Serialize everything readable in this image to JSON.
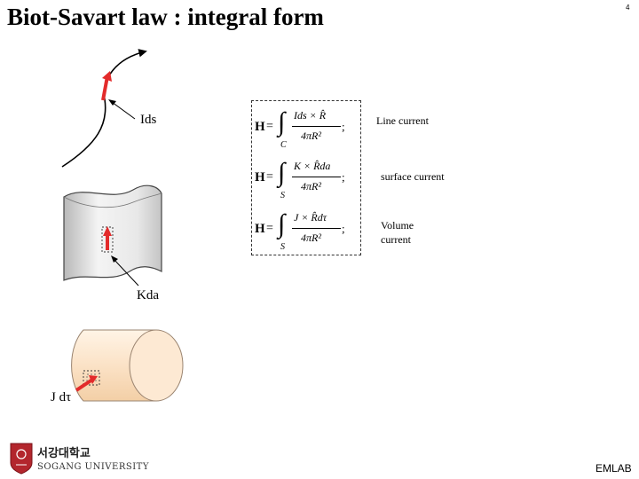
{
  "slide": {
    "title": "Biot-Savart law : integral form",
    "page_number": "4",
    "footer": "EMLAB"
  },
  "figure": {
    "line_label": "Ids",
    "surface_label": "Kda",
    "volume_label": "J dτ"
  },
  "equations": {
    "line": {
      "lhs": "H",
      "numerator": "Ids × R̂",
      "denominator": "4πR²",
      "domain": "C"
    },
    "surface": {
      "lhs": "H",
      "numerator": "K × R̂da",
      "denominator": "4πR²",
      "domain": "S"
    },
    "volume": {
      "lhs": "H",
      "numerator": "J × R̂dτ",
      "denominator": "4πR²",
      "domain": "S"
    }
  },
  "labels": {
    "line_current": "Line current",
    "surface_current": "surface current",
    "volume_current_1": "Volume",
    "volume_current_2": "current"
  },
  "university": {
    "name_korean": "서강대학교",
    "name_english": "SOGANG UNIVERSITY"
  },
  "colors": {
    "arrow_red": "#e32b2b",
    "cylinder_fill": "#fbe2c6",
    "surface_fill": "#e6e6e6"
  }
}
